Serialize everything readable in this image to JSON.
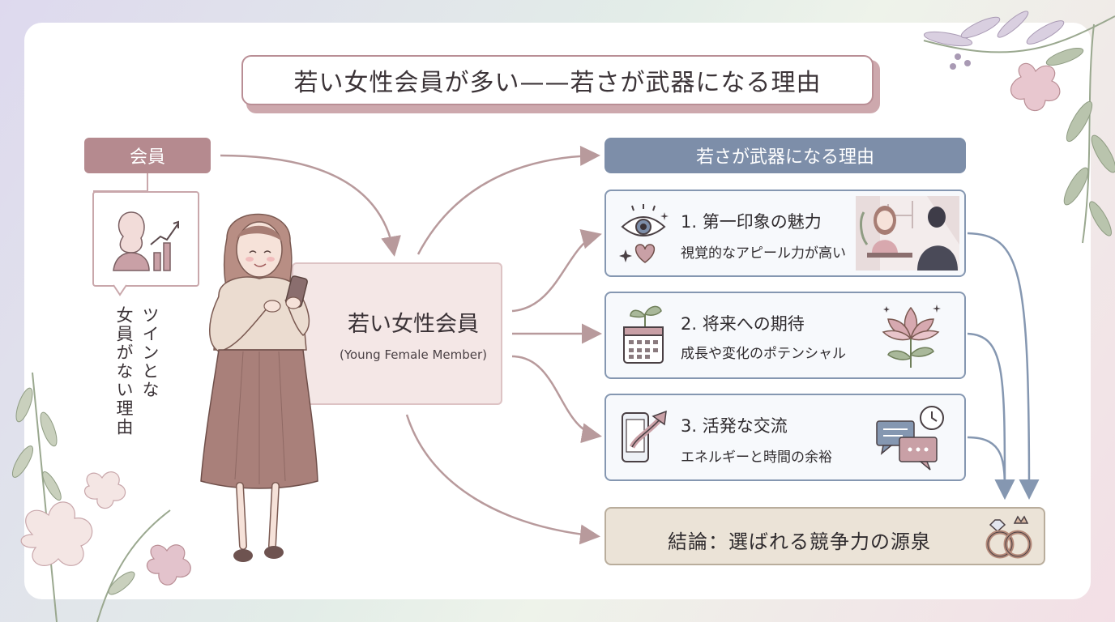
{
  "title": "若い女性会員が多い——若さが武器になる理由",
  "member_tag": "会員",
  "vertical_text": {
    "col1": "ツインとな",
    "col2": "女員がない理由"
  },
  "center": {
    "main": "若い女性会員",
    "sub": "(Young Female Member)"
  },
  "reasons_header": "若さが武器になる理由",
  "reasons": [
    {
      "title": "1. 第一印象の魅力",
      "desc": "視覚的なアピール力が高い",
      "icon": "eye-heart-icon",
      "illustration": "date-scene-illustration"
    },
    {
      "title": "2. 将来への期待",
      "desc": "成長や変化のポテンシャル",
      "icon": "calendar-sprout-icon",
      "illustration": "lotus-flower-icon"
    },
    {
      "title": "3. 活発な交流",
      "desc": "エネルギーと時間の余裕",
      "icon": "phone-arrow-icon",
      "illustration": "chat-clock-icon"
    }
  ],
  "conclusion": "結論：選ばれる競争力の源泉",
  "colors": {
    "rose": "#b58a8f",
    "slate_blue": "#7d8ea9",
    "beige": "#ebe3d7",
    "arrow_rose": "#b89a9c",
    "arrow_blue": "#8597b1"
  }
}
